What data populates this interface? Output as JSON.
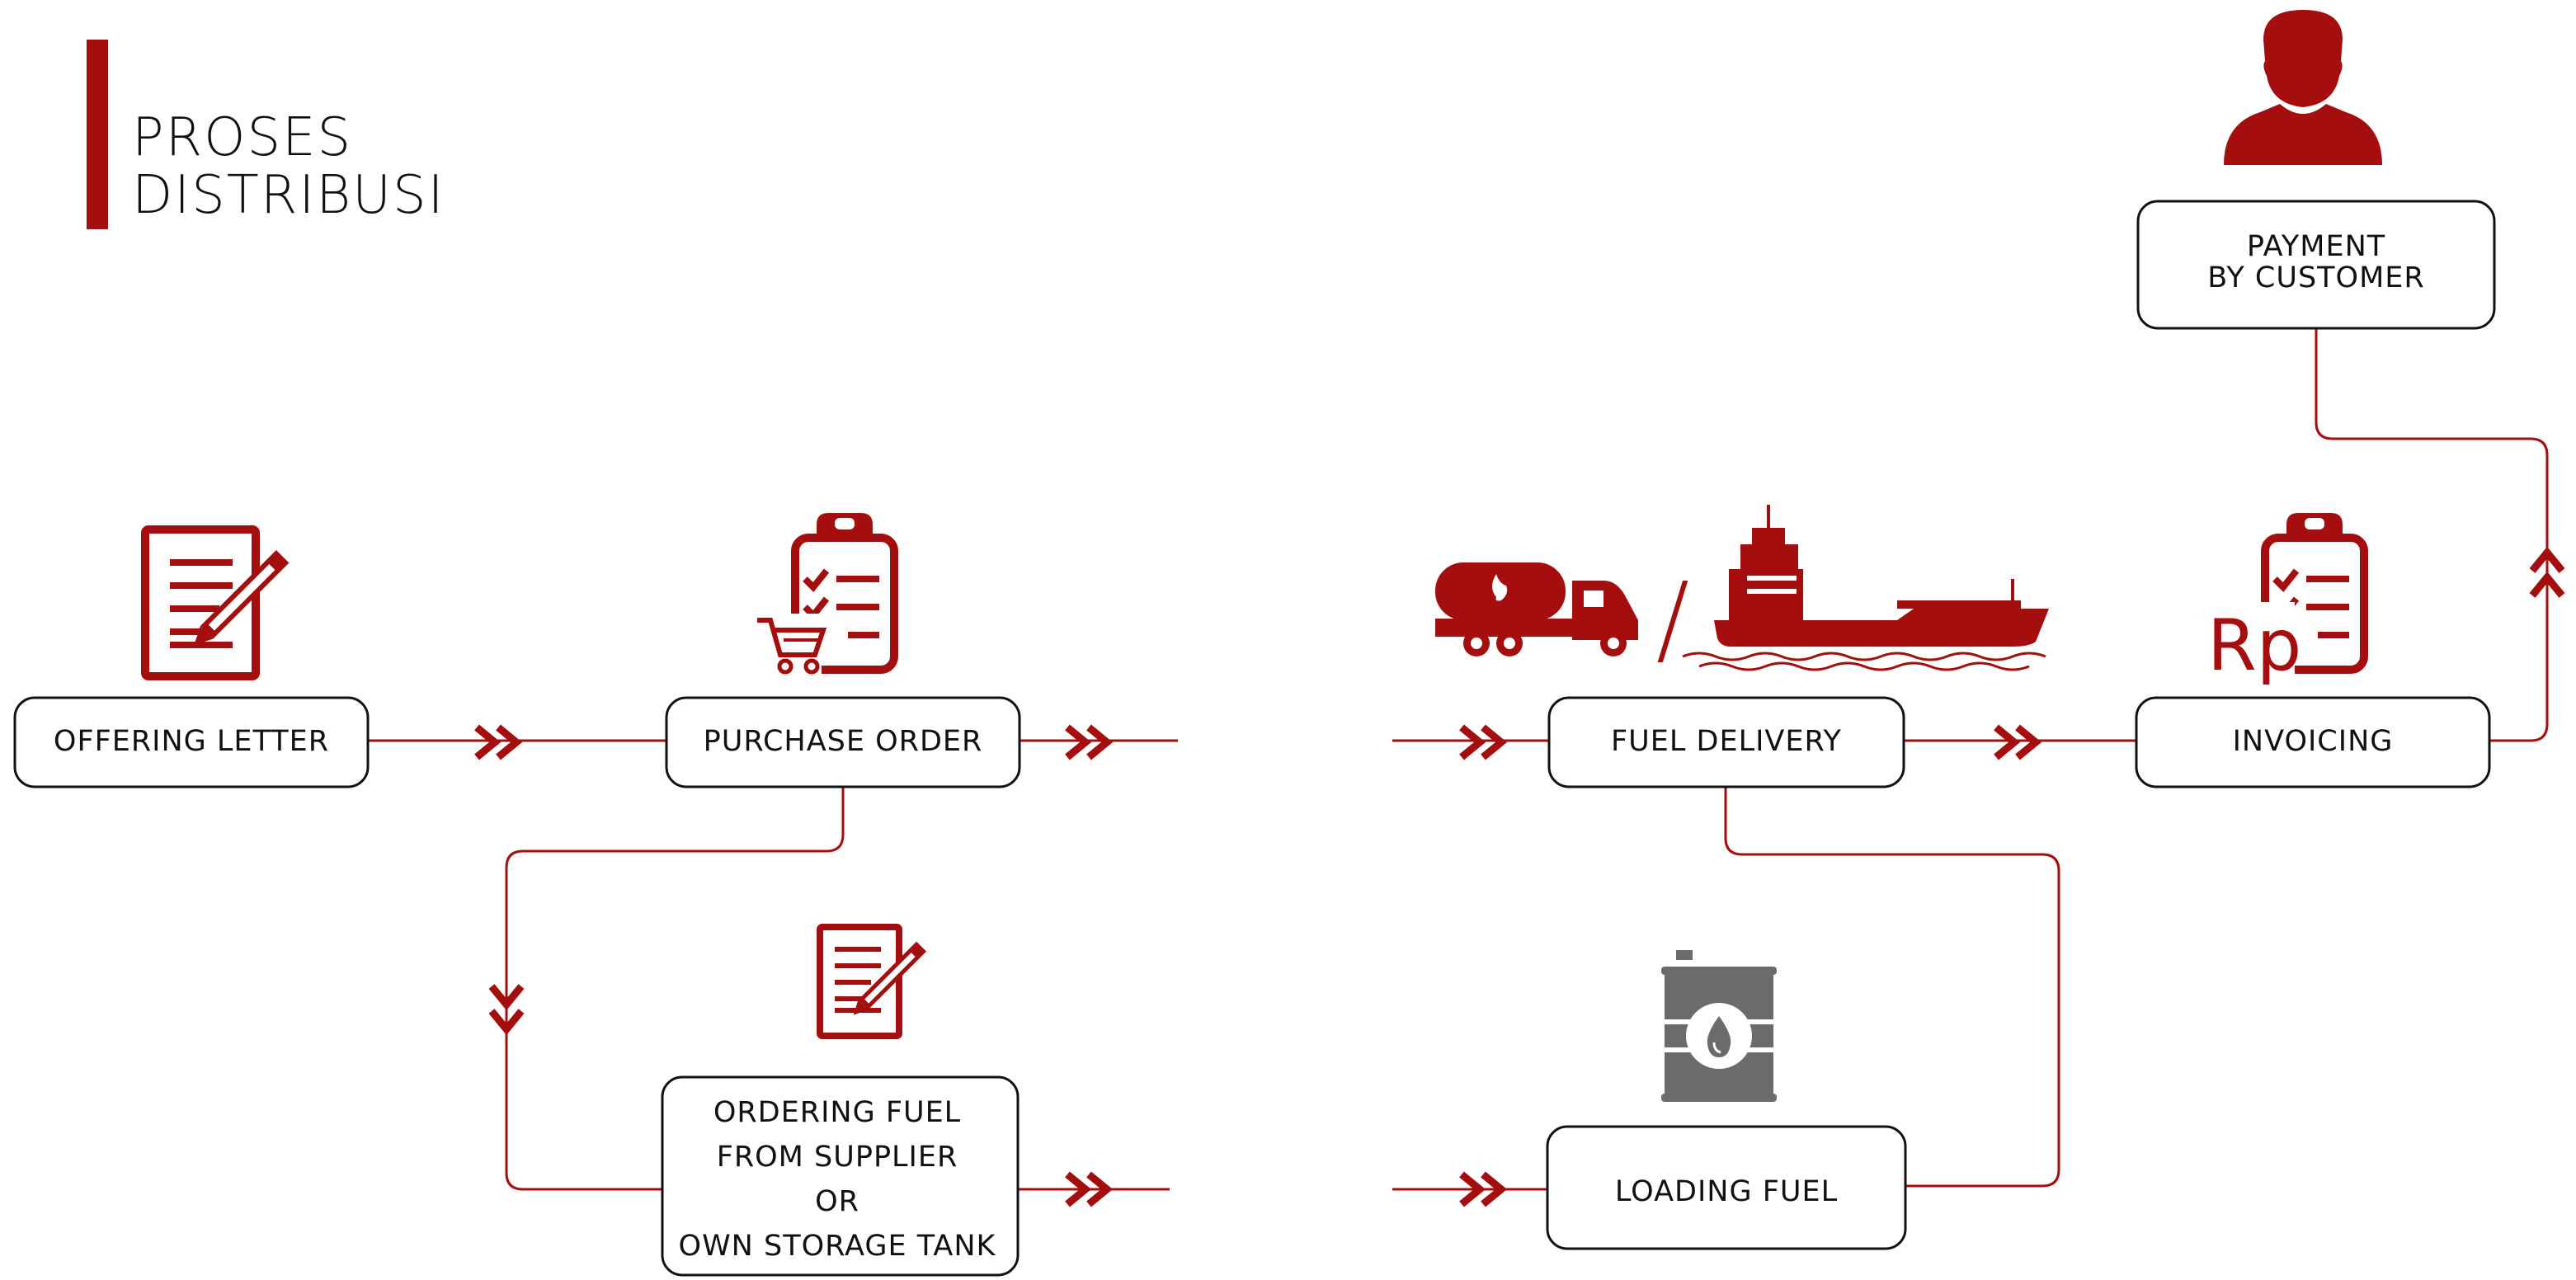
{
  "title": {
    "line1": "PROSES",
    "line2": "DISTRIBUSI"
  },
  "nodes": {
    "offering_letter": {
      "line1": "OFFERING LETTER"
    },
    "purchase_order": {
      "line1": "PURCHASE ORDER"
    },
    "fuel_delivery": {
      "line1": "FUEL DELIVERY"
    },
    "invoicing": {
      "line1": "INVOICING"
    },
    "payment": {
      "line1": "PAYMENT",
      "line2": "BY CUSTOMER"
    },
    "ordering_fuel": {
      "line1": "ORDERING FUEL",
      "line2": "FROM SUPPLIER",
      "line3": "OR",
      "line4": "OWN STORAGE TANK"
    },
    "loading_fuel": {
      "line1": "LOADING FUEL"
    }
  },
  "icons": {
    "invoice_currency": "Rp",
    "separator": "/"
  },
  "colors": {
    "accent": "#a50e0e",
    "text": "#111111",
    "icon_grey": "#6b6b6b"
  }
}
